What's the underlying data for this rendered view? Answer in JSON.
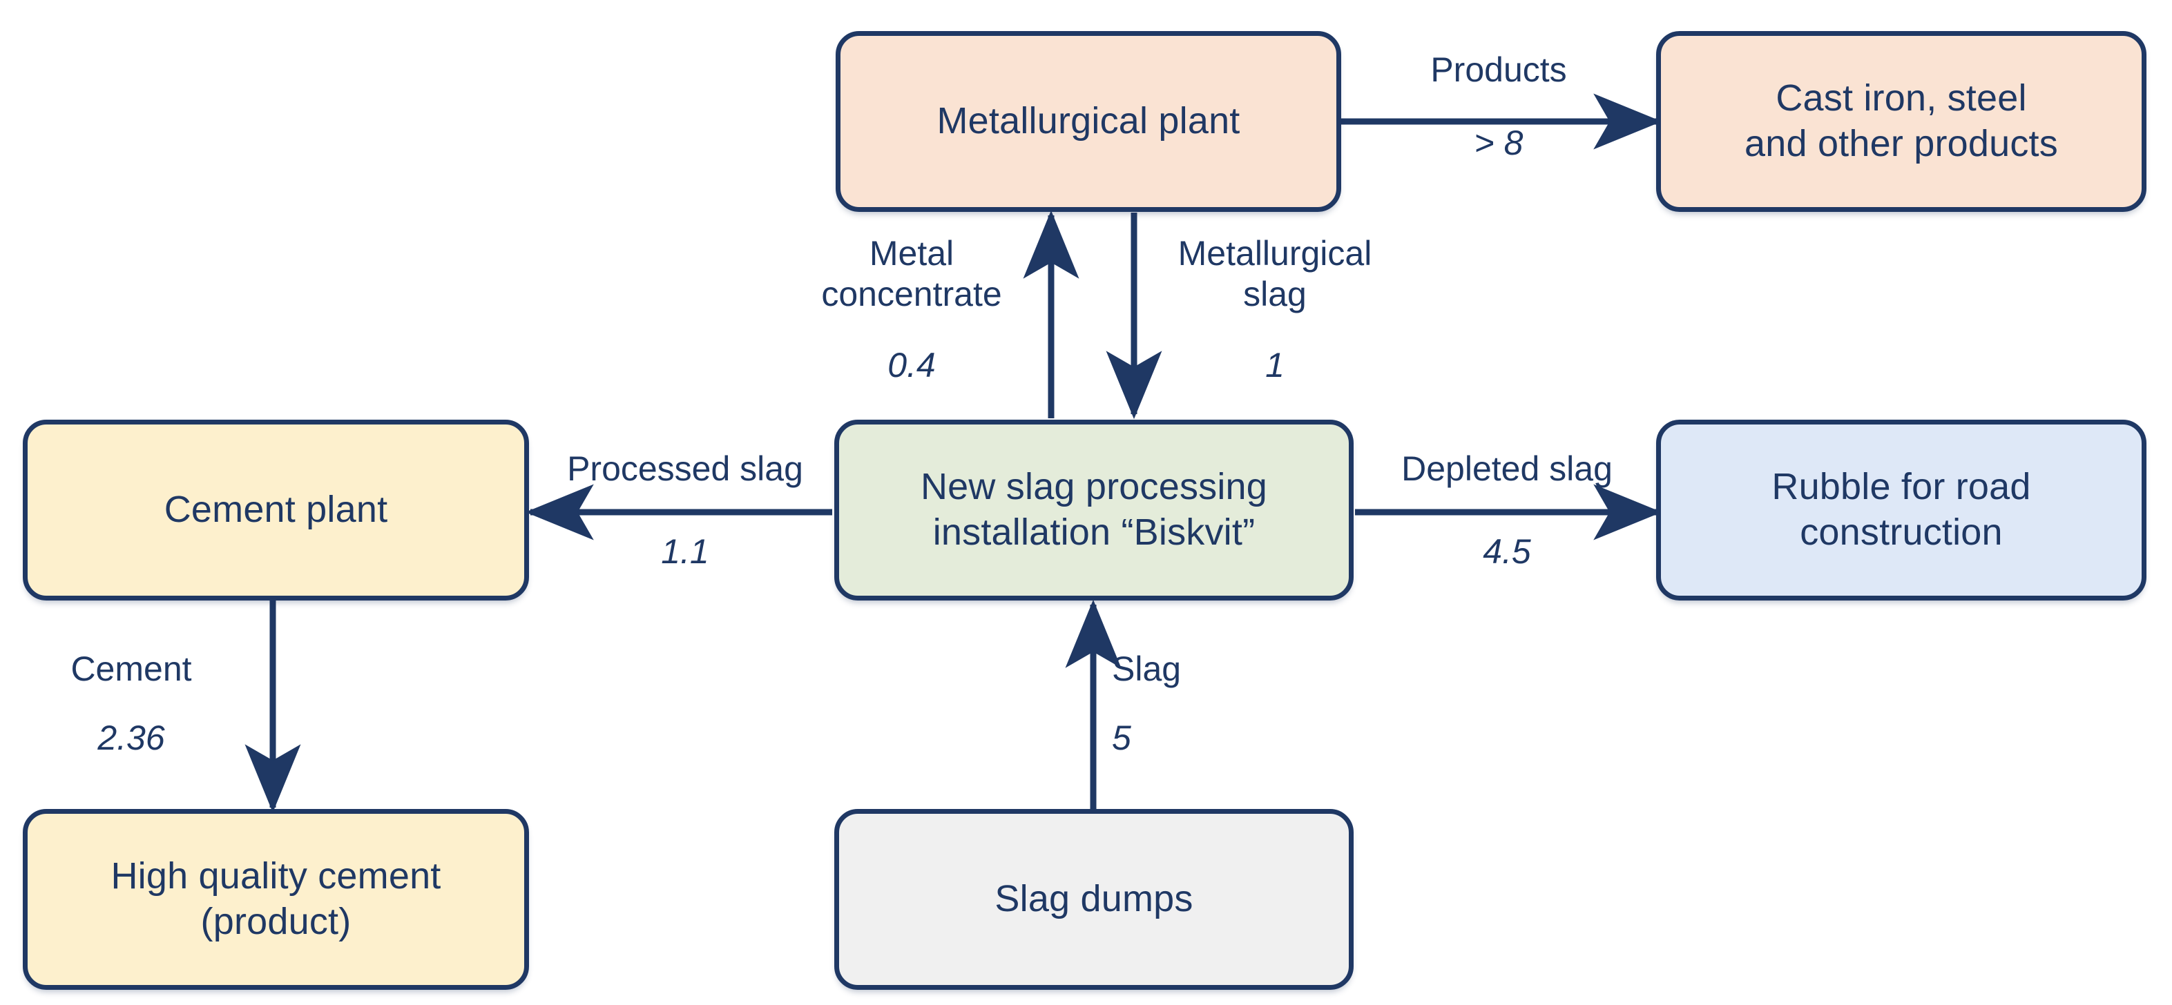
{
  "diagram": {
    "title": "Slag processing material flow",
    "palette": {
      "stroke": "#1F3864",
      "text": "#1F3864",
      "peach": "#FAE3D3",
      "yellow": "#FDF0CD",
      "green": "#E4ECDA",
      "blue": "#DEE8F7",
      "gray": "#F0F0F0",
      "background": "#FFFFFF"
    },
    "nodes": [
      {
        "id": "metallurgical-plant",
        "label": "Metallurgical plant"
      },
      {
        "id": "cast-iron-steel",
        "label": "Cast iron, steel\nand other products"
      },
      {
        "id": "cement-plant",
        "label": "Cement plant"
      },
      {
        "id": "biskvit-installation",
        "label": "New slag processing\ninstallation “Biskvit”"
      },
      {
        "id": "rubble-road",
        "label": "Rubble for road construction"
      },
      {
        "id": "high-quality-cement",
        "label": "High quality cement\n(product)"
      },
      {
        "id": "slag-dumps",
        "label": "Slag dumps"
      }
    ],
    "edges": [
      {
        "id": "products",
        "label": "Products",
        "value": "> 8",
        "from": "metallurgical-plant",
        "to": "cast-iron-steel",
        "direction": "right"
      },
      {
        "id": "metal-concentrate",
        "label": "Metal\nconcentrate",
        "value": "0.4",
        "from": "biskvit-installation",
        "to": "metallurgical-plant",
        "direction": "up"
      },
      {
        "id": "metallurgical-slag",
        "label": "Metallurgical\nslag",
        "value": "1",
        "from": "metallurgical-plant",
        "to": "biskvit-installation",
        "direction": "down"
      },
      {
        "id": "processed-slag",
        "label": "Processed slag",
        "value": "1.1",
        "from": "biskvit-installation",
        "to": "cement-plant",
        "direction": "left"
      },
      {
        "id": "depleted-slag",
        "label": "Depleted slag",
        "value": "4.5",
        "from": "biskvit-installation",
        "to": "rubble-road",
        "direction": "right"
      },
      {
        "id": "cement",
        "label": "Cement",
        "value": "2.36",
        "from": "cement-plant",
        "to": "high-quality-cement",
        "direction": "down"
      },
      {
        "id": "slag",
        "label": "Slag",
        "value": "5",
        "from": "slag-dumps",
        "to": "biskvit-installation",
        "direction": "up"
      }
    ]
  }
}
